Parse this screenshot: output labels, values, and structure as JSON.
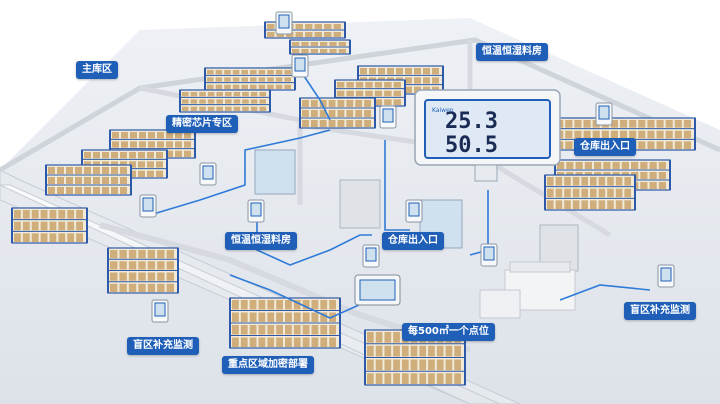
{
  "labels": {
    "main_warehouse": "主库区",
    "precision_chip_area": "精密芯片专区",
    "constant_temp_room_top": "恒温恒湿料房",
    "constant_temp_room_mid": "恒温恒湿料房",
    "entrance_right": "仓库出入口",
    "entrance_center": "仓库出入口",
    "blind_spot_left": "盲区补充监测",
    "blind_spot_right": "盲区补充监测",
    "key_area_dense": "重点区域加密部署",
    "per_500sqm": "每500㎡一个点位"
  },
  "display": {
    "line1": "25.3",
    "line2": "50.5",
    "brand": "Kaiwen"
  },
  "colors": {
    "accent": "#1f5fb8",
    "wire": "#2f7bd8",
    "shelf_frame": "#2d59a8",
    "box": "#c9a36a"
  }
}
